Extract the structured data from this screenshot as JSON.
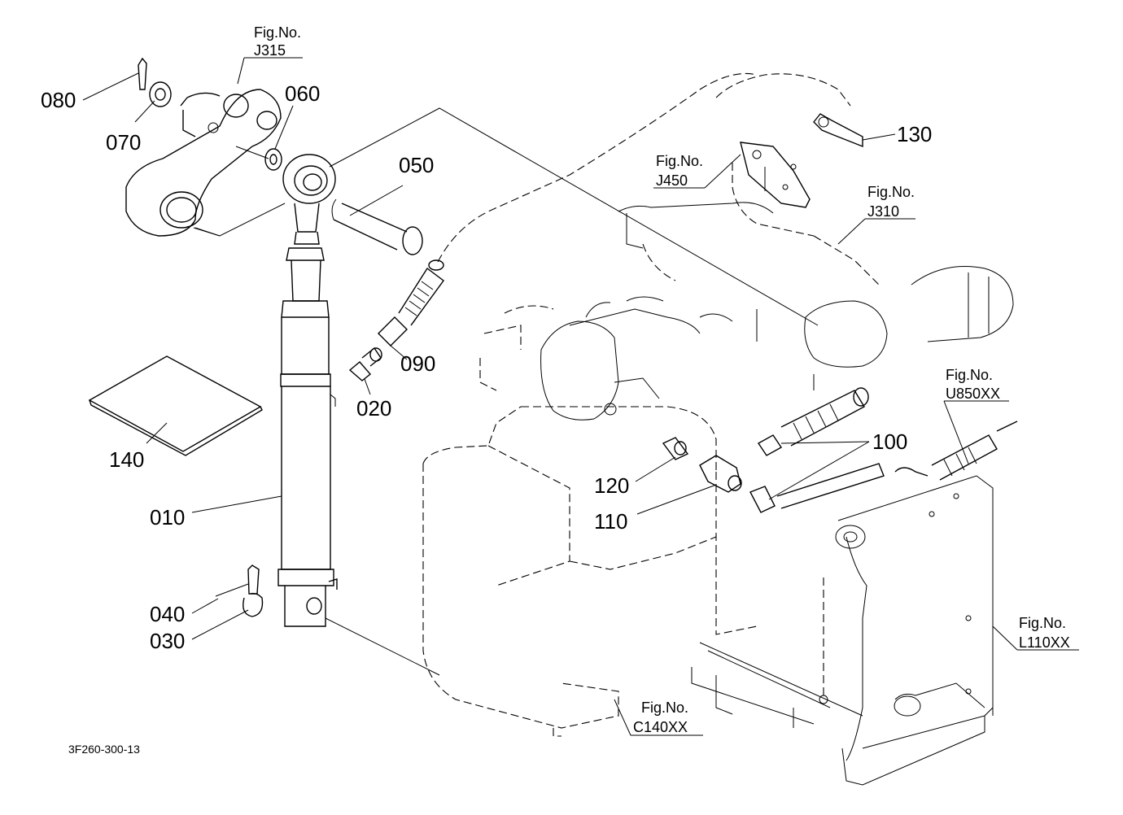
{
  "part_labels": {
    "p010": "010",
    "p020": "020",
    "p030": "030",
    "p040": "040",
    "p050": "050",
    "p060": "060",
    "p070": "070",
    "p080": "080",
    "p090": "090",
    "p100": "100",
    "p110": "110",
    "p120": "120",
    "p130": "130",
    "p140": "140"
  },
  "figure_refs": {
    "j315": {
      "title": "Fig.No.",
      "code": "J315"
    },
    "j450": {
      "title": "Fig.No.",
      "code": "J450"
    },
    "j310": {
      "title": "Fig.No.",
      "code": "J310"
    },
    "u850": {
      "title": "Fig.No.",
      "code": "U850XX"
    },
    "l110": {
      "title": "Fig.No.",
      "code": "L110XX"
    },
    "c140": {
      "title": "Fig.No.",
      "code": "C140XX"
    }
  },
  "drawing_code": "3F260-300-13"
}
